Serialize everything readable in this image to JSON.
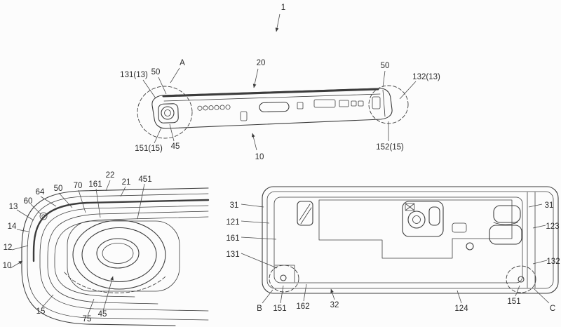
{
  "colors": {
    "ink": "#3c3c3c",
    "background": "#fcfcfc"
  },
  "figures": {
    "overview": {
      "description": "side perspective view of device",
      "labels": {
        "ref1": "1",
        "refA": "A",
        "ref20": "20",
        "ref50_left": "50",
        "ref131": "131(13)",
        "ref50_right": "50",
        "ref132": "132(13)",
        "ref151": "151(15)",
        "ref45": "45",
        "ref10": "10",
        "ref152": "152(15)"
      }
    },
    "detail_a": {
      "description": "enlarged detail of camera corner",
      "labels": {
        "ref22": "22",
        "ref21": "21",
        "ref451": "451",
        "ref161": "161",
        "ref70": "70",
        "ref50": "50",
        "ref64": "64",
        "ref60": "60",
        "ref13": "13",
        "ref14": "14",
        "ref12": "12",
        "ref10": "10",
        "ref15": "15",
        "ref75": "75",
        "ref45": "45"
      }
    },
    "rear": {
      "description": "internal rear plan view",
      "labels": {
        "ref31_left": "31",
        "ref121": "121",
        "ref161": "161",
        "ref131": "131",
        "ref31_right": "31",
        "ref123": "123",
        "ref132": "132",
        "refB": "B",
        "ref151_left": "151",
        "ref162": "162",
        "ref32": "32",
        "ref124": "124",
        "ref151_right": "151",
        "refC": "C"
      }
    }
  }
}
